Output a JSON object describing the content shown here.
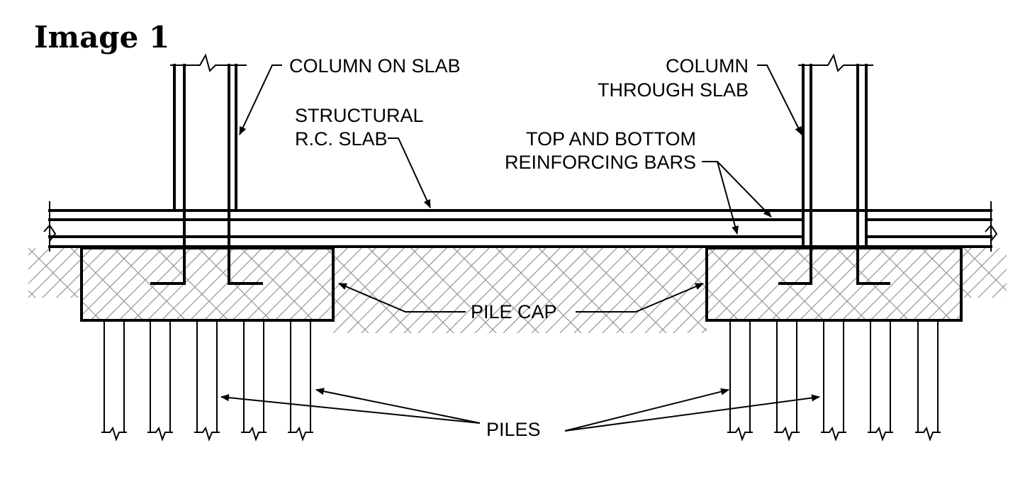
{
  "heading": "Image 1",
  "labels": {
    "column_on_slab": "COLUMN ON SLAB",
    "column_through_slab_1": "COLUMN",
    "column_through_slab_2": "THROUGH SLAB",
    "structural_slab_1": "STRUCTURAL",
    "structural_slab_2": "R.C. SLAB",
    "reinforcing_1": "TOP AND BOTTOM",
    "reinforcing_2": "REINFORCING BARS",
    "pile_cap": "PILE CAP",
    "piles": "PILES"
  }
}
